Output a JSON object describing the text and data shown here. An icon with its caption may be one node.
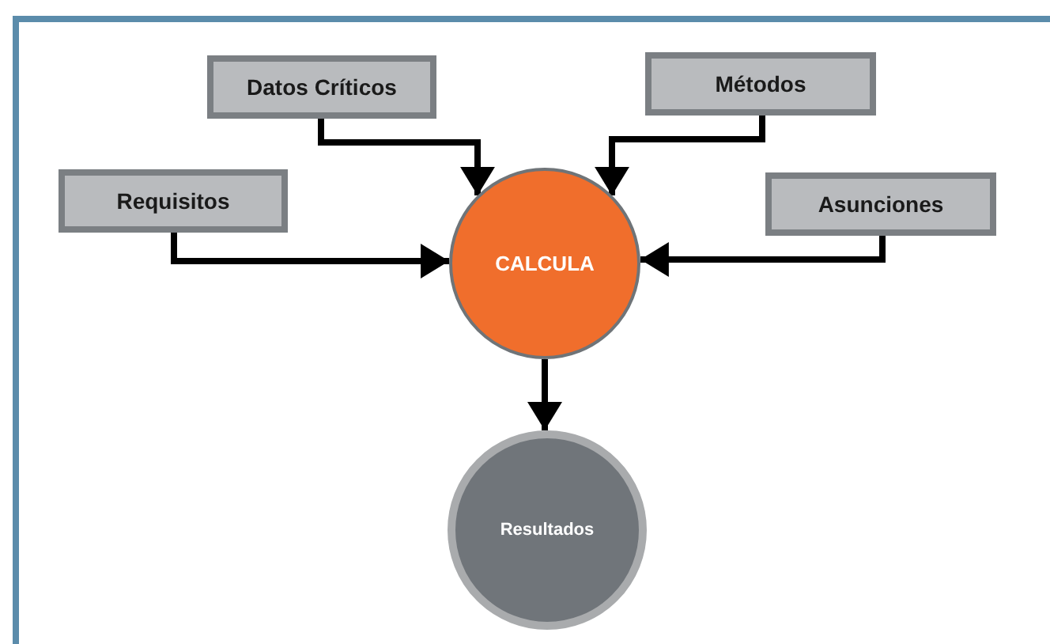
{
  "diagram": {
    "nodes": [
      {
        "text": [
          "Datos Críticos"
        ]
      },
      {
        "text": [
          "Métodos"
        ]
      },
      {
        "text": [
          "Requisitos"
        ]
      },
      {
        "text": [
          "Asunciones"
        ]
      },
      {
        "text": [
          "CALCULA"
        ]
      },
      {
        "text": [
          "Resultados"
        ]
      }
    ],
    "edges": [
      {
        "from": 0,
        "to": 4,
        "arrow": "to"
      },
      {
        "from": 1,
        "to": 4,
        "arrow": "to"
      },
      {
        "from": 2,
        "to": 4,
        "arrow": "to"
      },
      {
        "from": 3,
        "to": 4,
        "arrow": "to"
      },
      {
        "from": 4,
        "to": 5,
        "arrow": "to"
      }
    ]
  }
}
